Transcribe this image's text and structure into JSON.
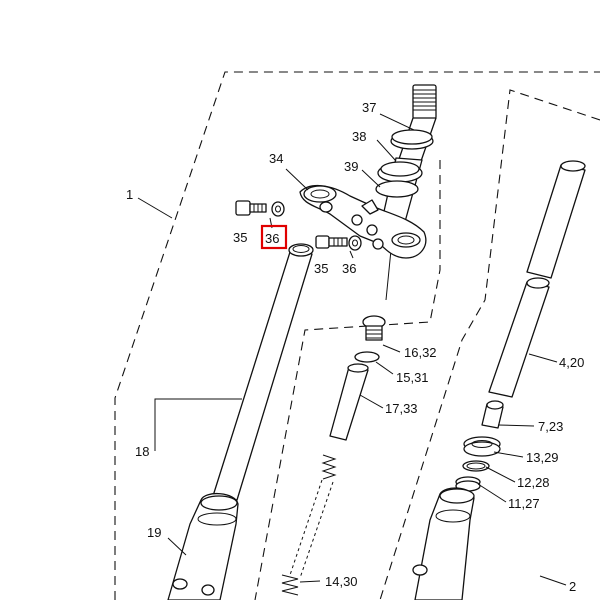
{
  "diagram": {
    "labels": {
      "l1": "1",
      "l2": "2",
      "l4": "4,20",
      "l7": "7,23",
      "l11": "11,27",
      "l12": "12,28",
      "l13": "13,29",
      "l14": "14,30",
      "l15": "15,31",
      "l16": "16,32",
      "l17": "17,33",
      "l18": "18",
      "l19": "19",
      "l34": "34",
      "l35a": "35",
      "l35b": "35",
      "l36a": "36",
      "l36b": "36",
      "l37": "37",
      "l38": "38",
      "l39": "39"
    },
    "highlighted_label": "36",
    "highlight_color": "#e00000"
  }
}
